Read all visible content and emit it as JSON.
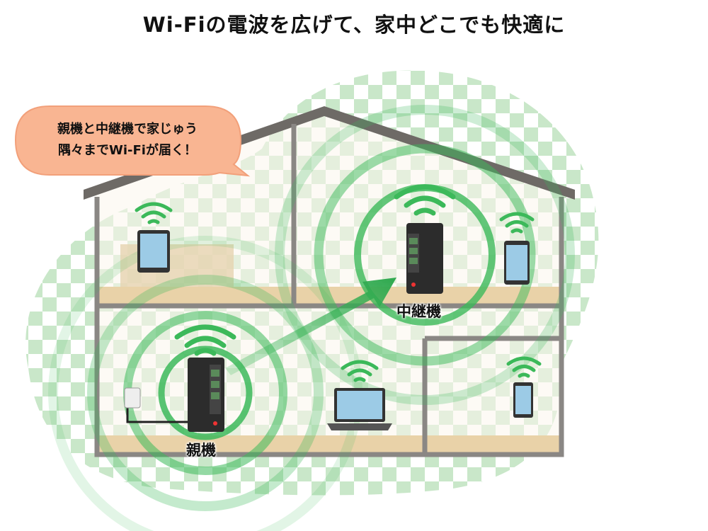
{
  "title": "Wi-Fiの電波を広げて、家中どこでも快適に",
  "bubble": {
    "line1": "親機と中継機で家じゅう",
    "line2": "隅々までWi-Fiが届く！"
  },
  "labels": {
    "main_router": "親機",
    "repeater": "中継機"
  },
  "colors": {
    "signal": "#3cb95a",
    "bubble": "#f9b592",
    "house": "#777777",
    "floor": "#e9d2a8",
    "check": "#c8e8c8"
  }
}
